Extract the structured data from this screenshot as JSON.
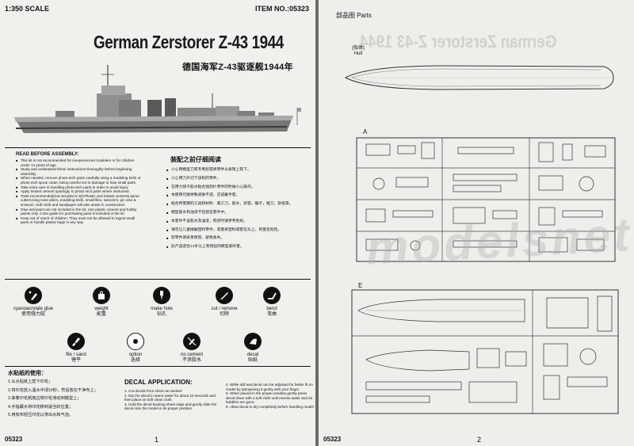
{
  "left_page": {
    "scale": "1:350 SCALE",
    "item_no": "ITEM NO.:05323",
    "title": "German Zerstorer Z-43 1944",
    "subtitle_cn": "德国海军Z-43驱逐舰1944年",
    "read_before_title": "READ BEFORE ASSEMBLY:",
    "notes_en": [
      "This kit is not recommended for inexperienced modelers or for children under 14 years of age",
      "Study and understand these instructions thoroughly before beginning assembly",
      "When needed, remove photo-etch parts carefully using a modeling knife or photo etch sprue cutter, being careful not to damage or lose small parts.",
      "Take extra care in handling photo-etch parts in order to avoid injury",
      "Apply instant cement sparingly to photo etch parts where instructed",
      "Tools recommended(not included in kit):Plastic and instant cements,sprue cutters,long nose pliers,,modeling knife, small files, tweezers, pin vise & scissors. Soft cloth and sandpaper will also assist in construction",
      "Glue and paint are not included in the kit. Use plastic cement and hobby paints only. Color guide for purchasing paint is included in the kit",
      "Keep out of reach of children. They must not be allowed to ingest small parts or handle plastic bags in any way"
    ],
    "cn_title": "装配之前仔细阅读",
    "notes_cn": [
      "小心用模型刀或专用剪钳将零件从板架上取下。",
      "小心用刀片切下该机的零件。",
      "在用力快干胶水粘合蚀刻片零件的时候小心操作。",
      "本使用可能导致皮肤不适，应该戴手套。",
      "粘合所需要的工具和材料：美工刀，胶水，剪钳，镊子，锉刀，砂纸等。",
      "模型胶水和油漆不包括在套件中。",
      "本套件不含胶水及油漆，购买时请参考色标。",
      "请勿让儿童接触塑料零件，或者将塑料袋套在头上，有窒息危险。",
      "软零件请妥善保管，避免丢失。",
      "此产品适合14岁以上有经验的模型爱好者。"
    ],
    "icons": [
      {
        "name": "cyanoacrylate glue",
        "cn": "使用强力胶"
      },
      {
        "name": "weight",
        "cn": "配重"
      },
      {
        "name": "make hole",
        "cn": "钻孔"
      },
      {
        "name": "cut / remove",
        "cn": "切除"
      },
      {
        "name": "bend",
        "cn": "弯曲"
      },
      {
        "name": "file / sand",
        "cn": "锉平"
      },
      {
        "name": "option",
        "cn": "选择"
      },
      {
        "name": "no cement",
        "cn": "不涂胶水"
      },
      {
        "name": "decal",
        "cn": "贴纸"
      }
    ],
    "cn_decal_title": "水贴纸的使用：",
    "cn_decal_steps": [
      "1.从水贴纸上剪下印花；",
      "2.将印花放入温水中浸10秒，然后放在干净布上；",
      "3.拿着印花纸底边将印花滑动到模型上；",
      "4.手指蘸水将印花移到适当的位置；",
      "5.用软布轻压印花以排出水和气泡。"
    ],
    "decal_title": "DECAL APPLICATION:",
    "decal_steps": [
      "1. Cut decals from sheet as needed",
      "2. Dip the decal in warm water for about 10 seconds and then place on soft clean cloth.",
      "3. Hold the decal backing sheet edge and gently slide the decal onto the model in its proper position."
    ],
    "decal_steps_cont": [
      "4. While still wet,decal can be adjusted for better fit on model by dampening it gently with your finger.",
      "5. When placed in the proper position,gently press decal down with a soft cloth until excess water and air bubbles are gone.",
      "6. Allow decal to dry completely before handling model"
    ],
    "footer_code": "05323",
    "page_number": "1"
  },
  "right_page": {
    "parts_title": "部品图 Parts",
    "hull_label_cn": "(船体)",
    "hull_label": "Hull",
    "sprue_a": "A",
    "sprue_e": "E",
    "watermark": "modelsnet",
    "footer_code": "05323",
    "page_number": "2"
  }
}
